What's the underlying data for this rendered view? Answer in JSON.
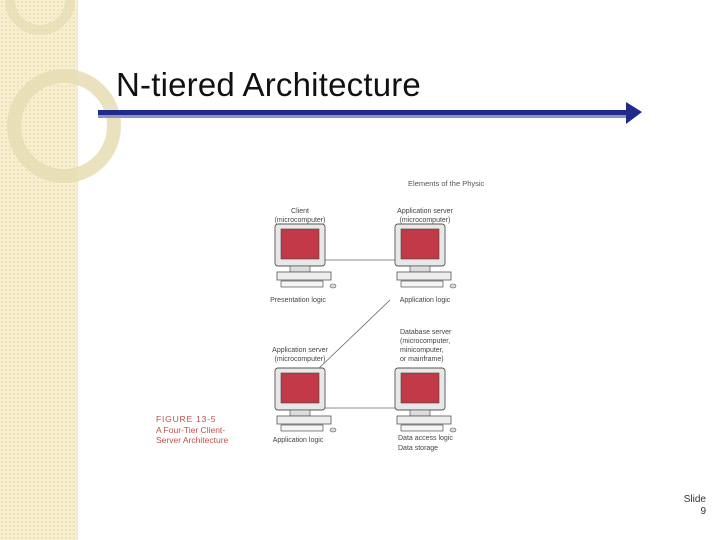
{
  "slide": {
    "title": "N-tiered Architecture",
    "slide_label": "Slide",
    "slide_number": "9"
  },
  "figure": {
    "header_text": "Elements of the Physic",
    "nodes": {
      "client": {
        "heading_1": "Client",
        "heading_2": "(microcomputer)",
        "footer": "Presentation logic"
      },
      "app_server_top": {
        "heading_1": "Application server",
        "heading_2": "(microcomputer)",
        "footer": "Application logic"
      },
      "app_server_bottom": {
        "heading_1": "Application server",
        "heading_2": "(microcomputer)",
        "footer": "Application logic"
      },
      "db_server": {
        "heading_1": "Database server",
        "heading_2": "(microcomputer,",
        "heading_3": "minicomputer,",
        "heading_4": "or mainframe)",
        "footer_1": "Data access logic",
        "footer_2": "Data storage"
      }
    },
    "caption": {
      "line_1": "FIGURE 13-5",
      "line_2": "A Four-Tier Client-",
      "line_3": "Server Architecture"
    },
    "colors": {
      "screen": "#c23a48",
      "caption": "#c0504d",
      "rule": "#1f2a8a"
    }
  }
}
